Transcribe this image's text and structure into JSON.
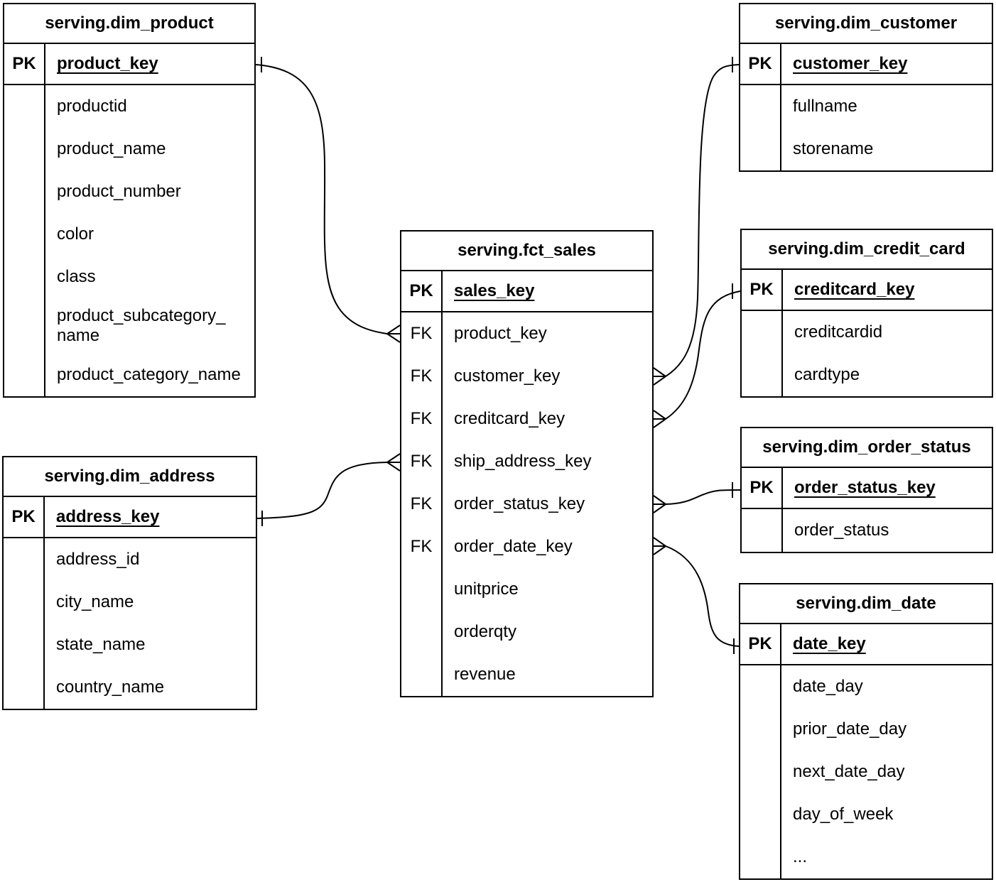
{
  "colors": {
    "line": "#000000",
    "background": "#ffffff"
  },
  "tables": {
    "dim_product": {
      "title": "serving.dim_product",
      "pk_label": "PK",
      "pk_field": "product_key",
      "fields": [
        "productid",
        "product_name",
        "product_number",
        "color",
        "class",
        "product_subcategory_\nname",
        "product_category_name"
      ]
    },
    "dim_customer": {
      "title": "serving.dim_customer",
      "pk_label": "PK",
      "pk_field": "customer_key",
      "fields": [
        "fullname",
        "storename"
      ]
    },
    "fct_sales": {
      "title": "serving.fct_sales",
      "pk_label": "PK",
      "pk_field": "sales_key",
      "fk_label": "FK",
      "fk_fields": [
        "product_key",
        "customer_key",
        "creditcard_key",
        "ship_address_key",
        "order_status_key",
        "order_date_key"
      ],
      "measure_fields": [
        "unitprice",
        "orderqty",
        "revenue"
      ]
    },
    "dim_credit_card": {
      "title": "serving.dim_credit_card",
      "pk_label": "PK",
      "pk_field": "creditcard_key",
      "fields": [
        "creditcardid",
        "cardtype"
      ]
    },
    "dim_order_status": {
      "title": "serving.dim_order_status",
      "pk_label": "PK",
      "pk_field": "order_status_key",
      "fields": [
        "order_status"
      ]
    },
    "dim_date": {
      "title": "serving.dim_date",
      "pk_label": "PK",
      "pk_field": "date_key",
      "fields": [
        "date_day",
        "prior_date_day",
        "next_date_day",
        "day_of_week",
        "..."
      ]
    },
    "dim_address": {
      "title": "serving.dim_address",
      "pk_label": "PK",
      "pk_field": "address_key",
      "fields": [
        "address_id",
        "city_name",
        "state_name",
        "country_name"
      ]
    }
  },
  "relationships": [
    {
      "from_table": "serving.dim_product",
      "from_field": "product_key",
      "from_cardinality": "one",
      "to_table": "serving.fct_sales",
      "to_field": "product_key",
      "to_cardinality": "many"
    },
    {
      "from_table": "serving.dim_customer",
      "from_field": "customer_key",
      "from_cardinality": "one",
      "to_table": "serving.fct_sales",
      "to_field": "customer_key",
      "to_cardinality": "many"
    },
    {
      "from_table": "serving.dim_credit_card",
      "from_field": "creditcard_key",
      "from_cardinality": "one",
      "to_table": "serving.fct_sales",
      "to_field": "creditcard_key",
      "to_cardinality": "many"
    },
    {
      "from_table": "serving.dim_address",
      "from_field": "address_key",
      "from_cardinality": "one",
      "to_table": "serving.fct_sales",
      "to_field": "ship_address_key",
      "to_cardinality": "many"
    },
    {
      "from_table": "serving.dim_order_status",
      "from_field": "order_status_key",
      "from_cardinality": "one",
      "to_table": "serving.fct_sales",
      "to_field": "order_status_key",
      "to_cardinality": "many"
    },
    {
      "from_table": "serving.dim_date",
      "from_field": "date_key",
      "from_cardinality": "one",
      "to_table": "serving.fct_sales",
      "to_field": "order_date_key",
      "to_cardinality": "many"
    }
  ]
}
